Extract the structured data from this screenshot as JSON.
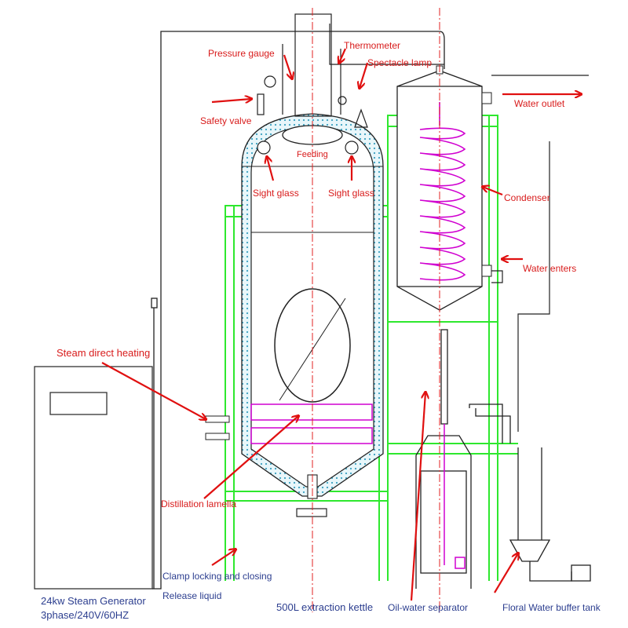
{
  "labels": {
    "pressure_gauge": "Pressure gauge",
    "thermometer": "Thermometer",
    "spectacle_lamp": "Spectacle lamp",
    "water_outlet": "Water outlet",
    "safety_valve": "Safety valve",
    "feeding": "Feeding",
    "sight_glass_left": "Sight glass",
    "sight_glass_right": "Sight glass",
    "condenser": "Condenser",
    "water_enters": "Water enters",
    "steam_direct_heating": "Steam direct heating",
    "distillation_lamella": "Distillation lamella",
    "clamp_locking": "Clamp locking and closing",
    "release_liquid": "Release liquid",
    "extraction_kettle": "500L extraction kettle",
    "oil_water_separator": "Oil-water separator",
    "floral_water_tank": "Floral Water buffer tank",
    "generator_line1": "24kw Steam Generator",
    "generator_line2": "3phase/240V/60HZ"
  },
  "colors": {
    "line": "#222222",
    "frame": "#2ee82e",
    "coil": "#d000d0",
    "arrow": "#e01010",
    "insulation": "#3aa0c0",
    "axis": "#e02020"
  }
}
